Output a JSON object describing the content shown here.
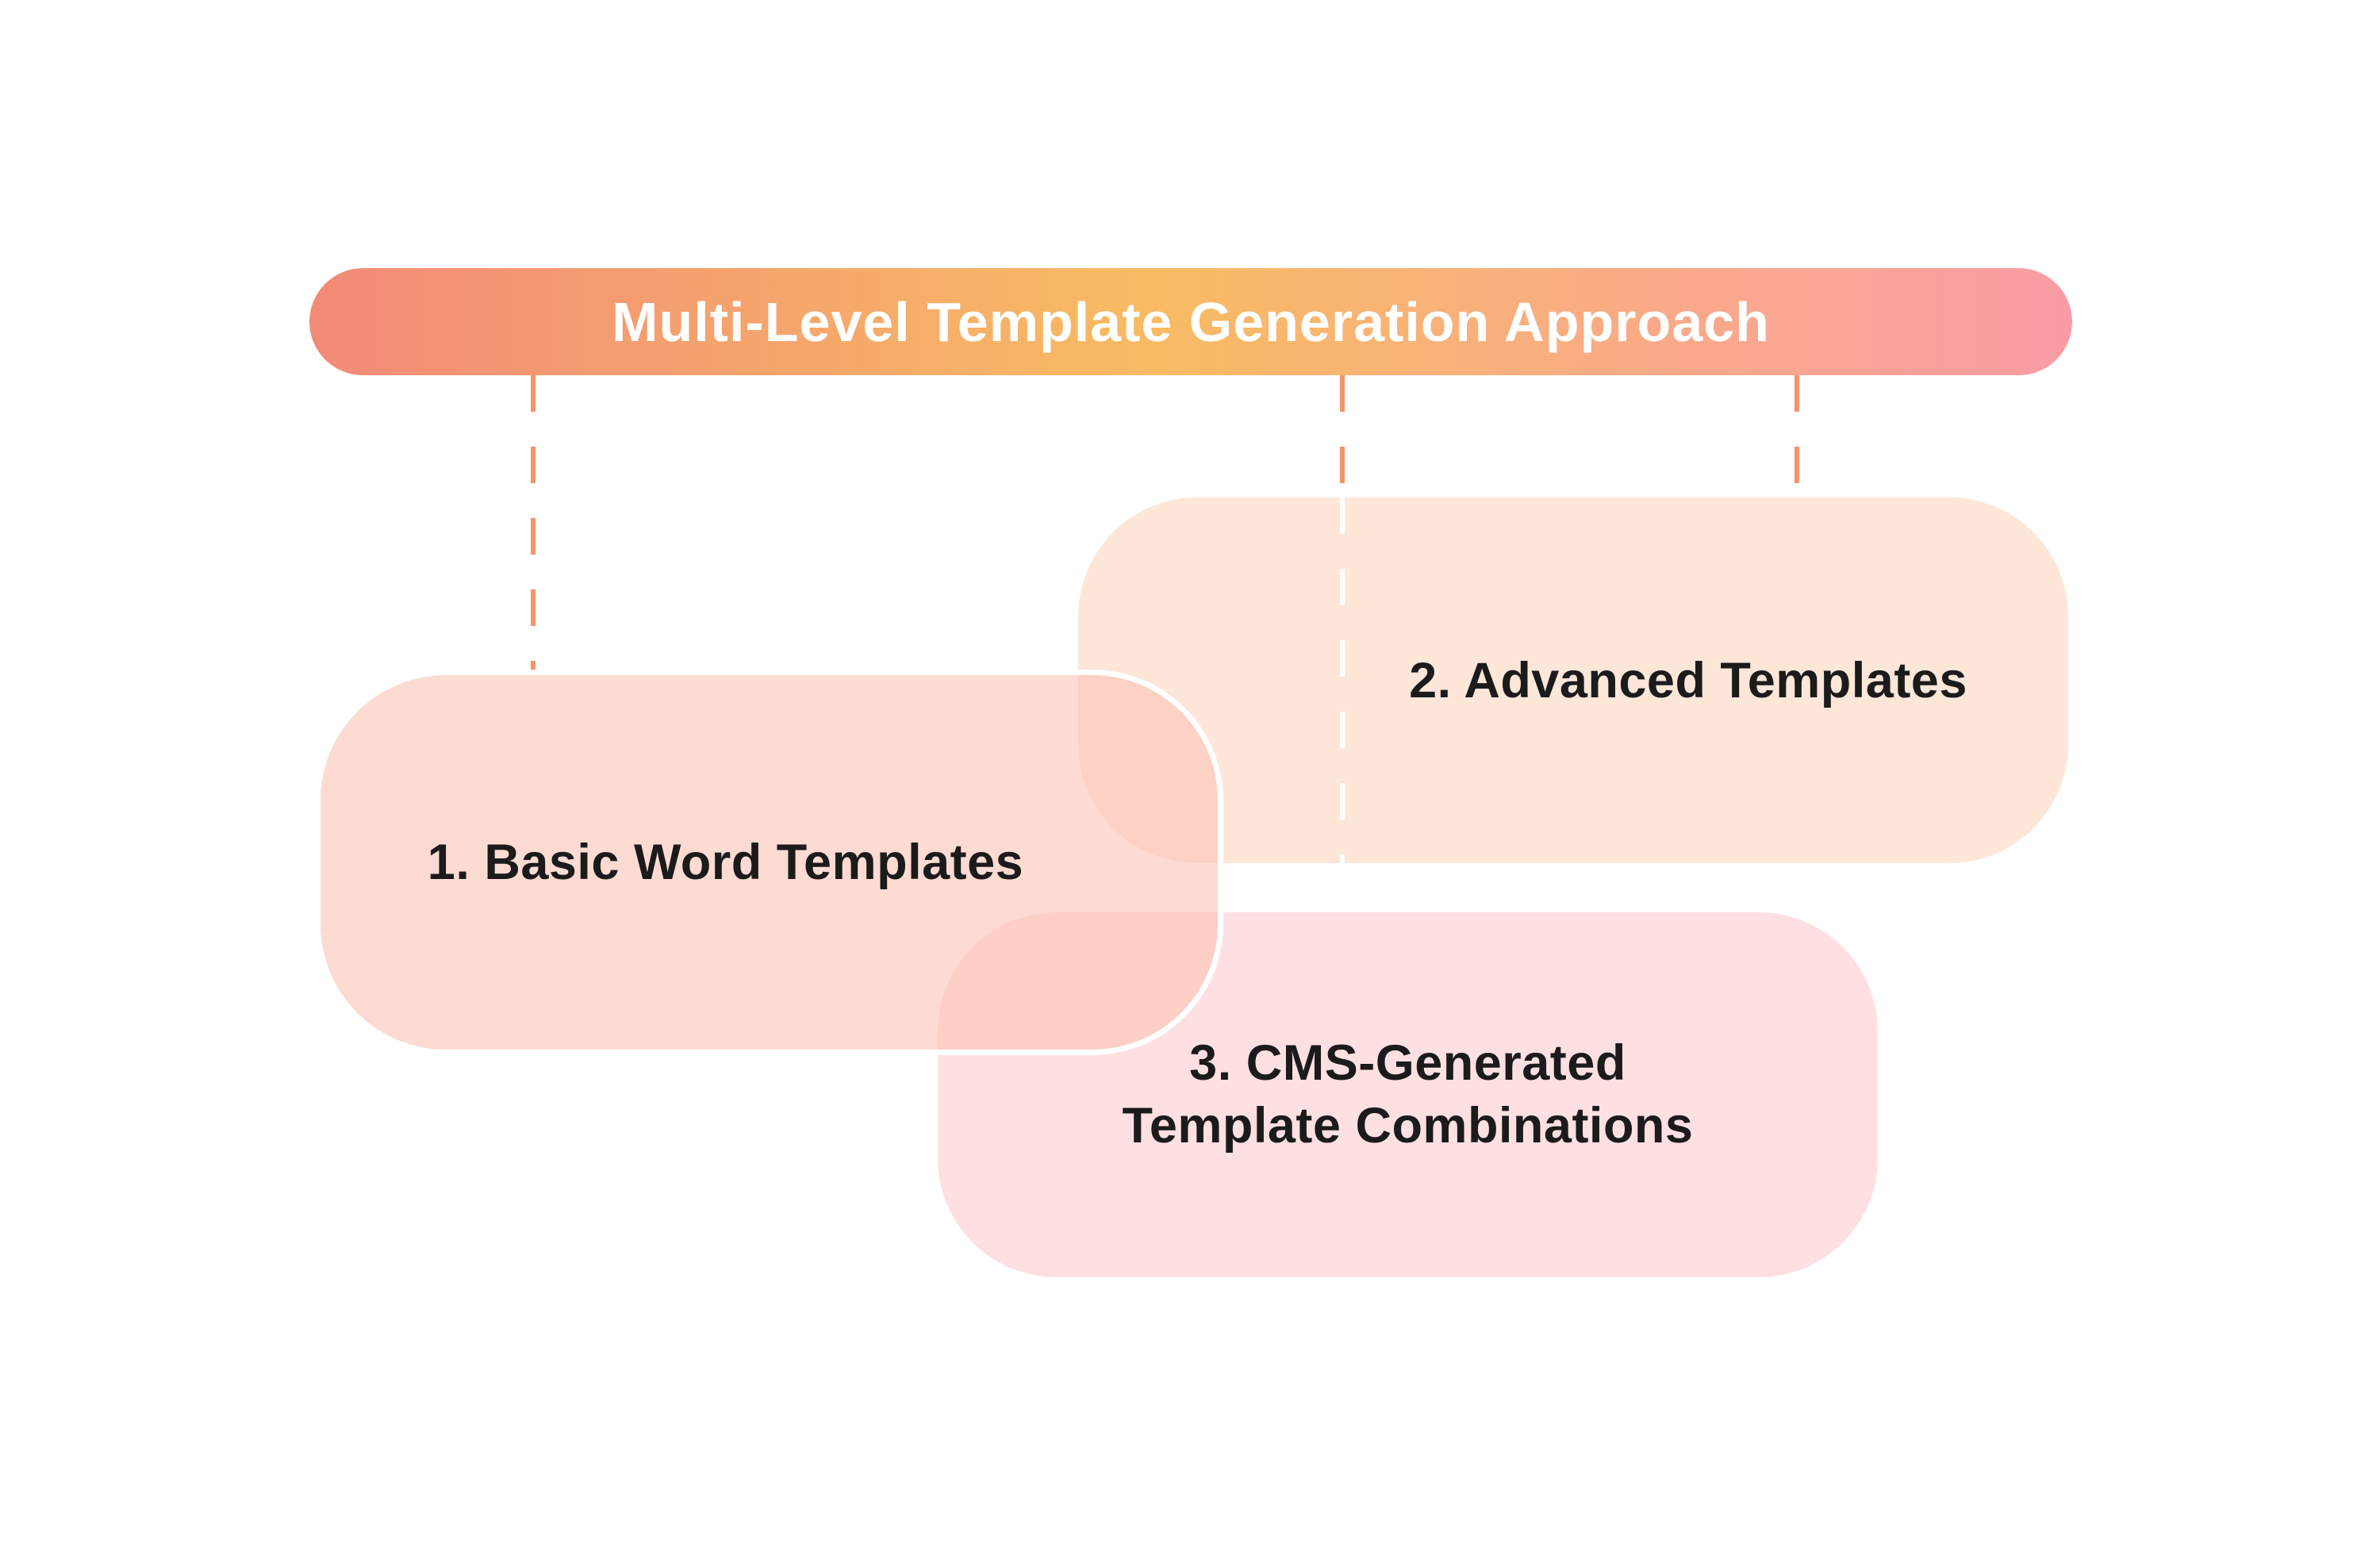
{
  "diagram": {
    "title": "Multi-Level Template Generation Approach",
    "nodes": [
      {
        "id": 1,
        "label": "1. Basic Word Templates"
      },
      {
        "id": 2,
        "label": "2. Advanced Templates"
      },
      {
        "id": 3,
        "label": "3. CMS-Generated\nTemplate Combinations"
      }
    ],
    "colors": {
      "header_gradient_left": "#F28B78",
      "header_gradient_mid": "#F8BB63",
      "header_gradient_right": "#FA9CA6",
      "header_text": "#FFFFFF",
      "connector_orange": "#F4946B",
      "connector_white_inside_node2": "#FFFFFF",
      "node1_fill": "rgba(252,195,182,0.6)",
      "node1_stroke": "#FFFFFF",
      "node2_fill": "#FEE6D9",
      "node3_fill": "#FFE0E2",
      "label_text": "#1B1B1B",
      "background": "#FFFFFF"
    }
  }
}
